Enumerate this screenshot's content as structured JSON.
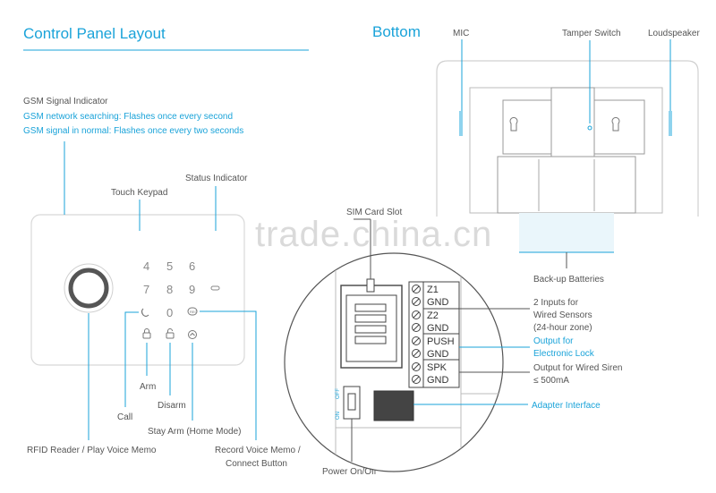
{
  "titles": {
    "control_panel": "Control Panel Layout",
    "bottom": "Bottom"
  },
  "gsm": {
    "heading": "GSM Signal Indicator",
    "searching": "GSM network searching: Flashes once every second",
    "normal": "GSM signal in normal: Flashes once every two seconds"
  },
  "front_labels": {
    "status_indicator": "Status Indicator",
    "touch_keypad": "Touch Keypad",
    "arm": "Arm",
    "disarm": "Disarm",
    "call": "Call",
    "stay_arm": "Stay Arm (Home Mode)",
    "rfid": "RFID Reader / Play Voice Memo",
    "record_line1": "Record Voice Memo /",
    "record_line2": "Connect Button"
  },
  "keypad": {
    "row1": [
      "4",
      "5",
      "6"
    ],
    "row2": [
      "7",
      "8",
      "9"
    ],
    "row3": [
      "0"
    ]
  },
  "bottom_labels": {
    "mic": "MIC",
    "tamper": "Tamper Switch",
    "loudspeaker": "Loudspeaker",
    "batteries": "Back-up Batteries"
  },
  "interface_labels": {
    "sim_slot": "SIM Card Slot",
    "inputs_line1": "2 Inputs for",
    "inputs_line2": "Wired Sensors",
    "inputs_line3": "(24-hour zone)",
    "lock_line1": "Output for",
    "lock_line2": "Electronic Lock",
    "siren_line1": "Output for Wired Siren",
    "siren_line2": "≤ 500mA",
    "adapter": "Adapter Interface",
    "power": "Power On/Off",
    "switch_off": "OFF",
    "switch_on": "ON"
  },
  "terminals": [
    "Z1",
    "GND",
    "Z2",
    "GND",
    "PUSH",
    "GND",
    "SPK",
    "GND"
  ],
  "watermark": "trade.china.cn",
  "colors": {
    "accent": "#1aa3d9",
    "line": "#555555",
    "panel_border": "#d8d8d8"
  }
}
